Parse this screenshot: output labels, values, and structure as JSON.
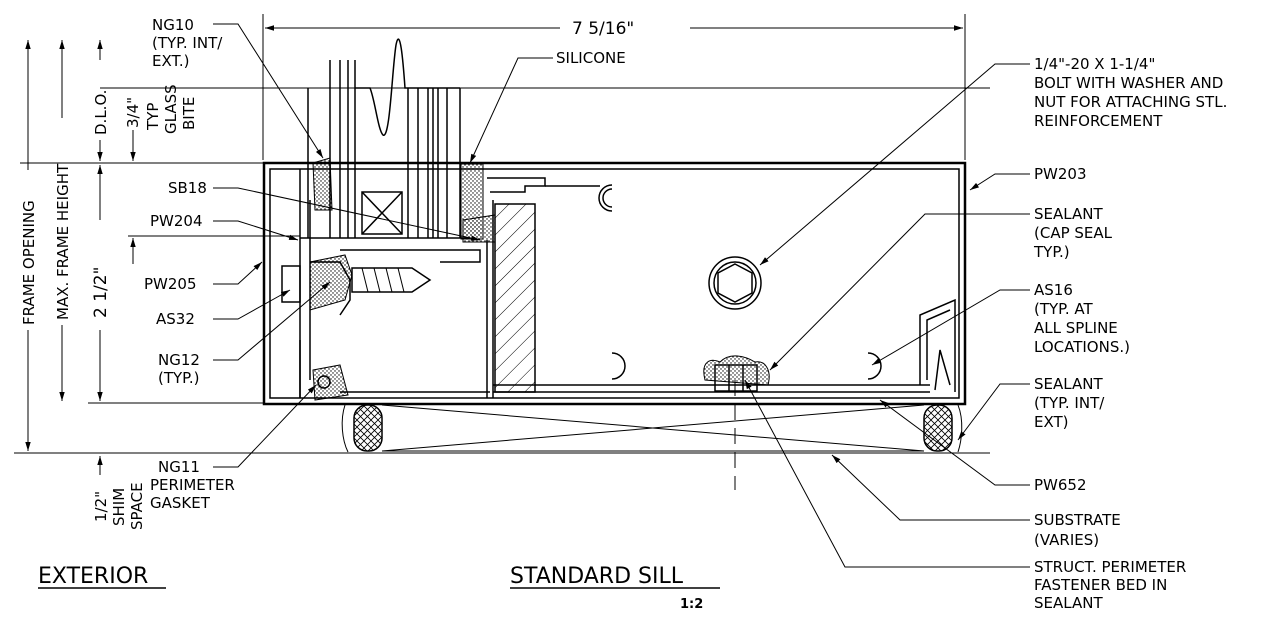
{
  "title": "STANDARD SILL",
  "scale": "1:2",
  "exterior_label": "EXTERIOR",
  "dimensions": {
    "width": "7 5/16\"",
    "glass_bite_value": "3/4\"",
    "glass_bite_text": [
      "TYP",
      "GLASS",
      "BITE"
    ],
    "frame_height": "2 1/2\"",
    "shim_value": "1/2\"",
    "shim_text": [
      "SHIM",
      "SPACE"
    ],
    "dlo": "D.L.O.",
    "frame_opening": "FRAME OPENING",
    "max_frame_height": "MAX. FRAME HEIGHT"
  },
  "callouts": {
    "ng10": [
      "NG10",
      "(TYP. INT/",
      "EXT.)"
    ],
    "silicone": "SILICONE",
    "sb18": "SB18",
    "pw204": "PW204",
    "pw205": "PW205",
    "as32": "AS32",
    "ng12": [
      "NG12",
      "(TYP.)"
    ],
    "ng11": [
      "NG11",
      "PERIMETER",
      "GASKET"
    ],
    "bolt": [
      "1/4\"-20 X 1-1/4\"",
      "BOLT WITH WASHER AND",
      "NUT FOR ATTACHING STL.",
      "REINFORCEMENT"
    ],
    "pw203": "PW203",
    "sealant_cap": [
      "SEALANT",
      "(CAP SEAL",
      "TYP.)"
    ],
    "as16": [
      "AS16",
      "(TYP. AT",
      "ALL SPLINE",
      "LOCATIONS.)"
    ],
    "sealant_int": [
      "SEALANT",
      "(TYP. INT/",
      "EXT)"
    ],
    "pw652": "PW652",
    "substrate": [
      "SUBSTRATE",
      "(VARIES)"
    ],
    "fastener": [
      "STRUCT. PERIMETER",
      "FASTENER BED IN",
      "SEALANT"
    ]
  }
}
